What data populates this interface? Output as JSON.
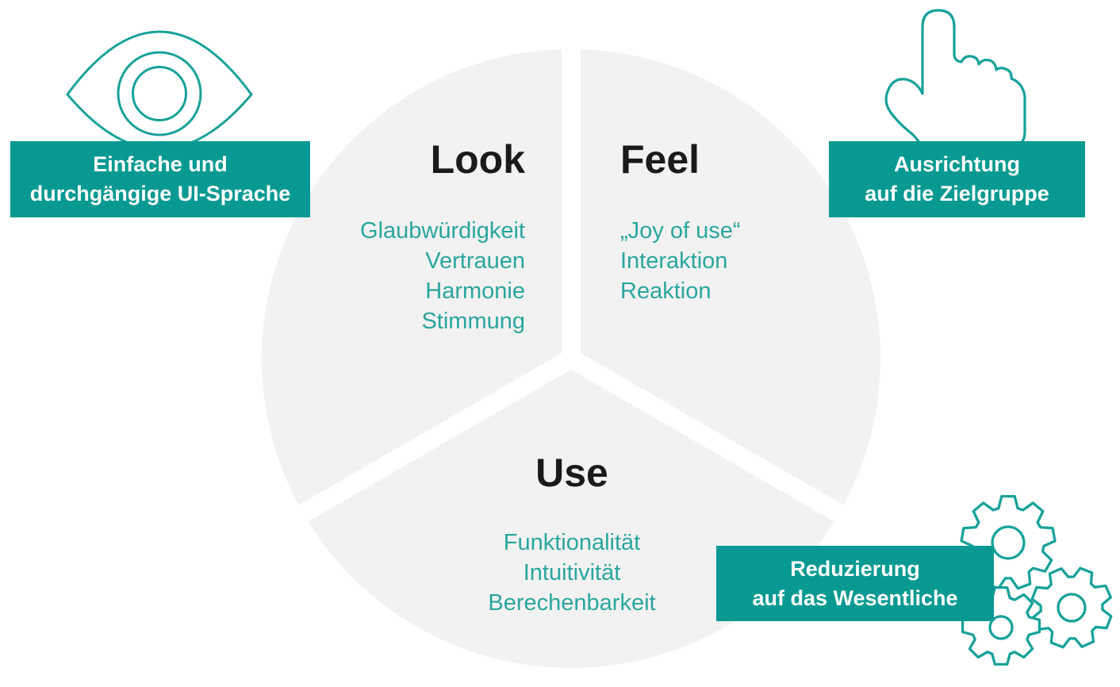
{
  "diagram_title": "Look Feel Use",
  "pie": {
    "segments": [
      {
        "id": "look",
        "title": "Look",
        "items": [
          "Glaubwürdigkeit",
          "Vertrauen",
          "Harmonie",
          "Stimmung"
        ]
      },
      {
        "id": "feel",
        "title": "Feel",
        "items": [
          "„Joy of use“",
          "Interaktion",
          "Reaktion"
        ]
      },
      {
        "id": "use",
        "title": "Use",
        "items": [
          "Funktionalität",
          "Intuitivität",
          "Berechenbarkeit"
        ]
      }
    ]
  },
  "banners": [
    {
      "id": "left",
      "icon": "eye-icon",
      "lines": [
        "Einfache und",
        "durchgängige UI-Sprache"
      ]
    },
    {
      "id": "right",
      "icon": "hand-pointer-icon",
      "lines": [
        "Ausrichtung",
        "auf die Zielgruppe"
      ]
    },
    {
      "id": "bottom",
      "icon": "gears-icon",
      "lines": [
        "Reduzierung",
        "auf das Wesentliche"
      ]
    }
  ],
  "colors": {
    "accent_teal": "#089a92",
    "icon_stroke": "#17a29a",
    "list_text": "#2aa69d",
    "heading_text": "#1a1a1a",
    "segment_fill": "#f2f2f2",
    "banner_text": "#ffffff",
    "background": "#ffffff"
  }
}
